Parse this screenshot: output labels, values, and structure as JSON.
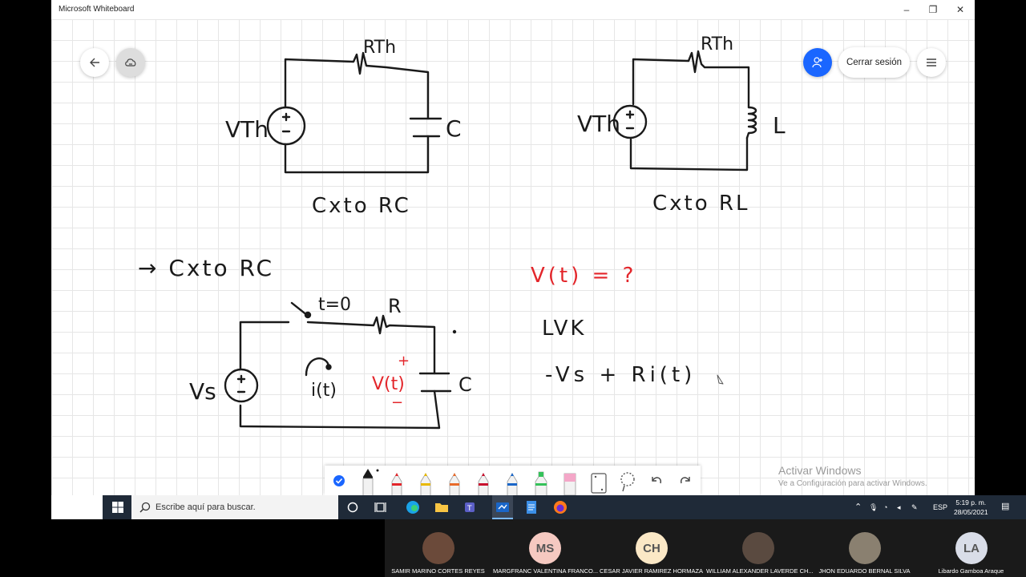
{
  "window": {
    "title": "Microsoft Whiteboard",
    "minimize": "–",
    "maximize": "❐",
    "close": "✕"
  },
  "toolbar_top": {
    "signout_label": "Cerrar sesión",
    "back_icon": "arrow-left-icon",
    "cloud_icon": "cloud-sync-icon",
    "user_icon": "user-add-icon",
    "menu_icon": "hamburger-menu-icon"
  },
  "whiteboard": {
    "circuit1": {
      "source_label": "VTh",
      "resistor_label": "RTh",
      "element_label": "C",
      "caption": "Cxto RC"
    },
    "circuit2": {
      "source_label": "VTh",
      "resistor_label": "RTh",
      "element_label": "L",
      "caption": "Cxto RL"
    },
    "circuit3": {
      "heading": "→ Cxto RC",
      "switch_label": "t=0",
      "source_label": "Vs",
      "resistor_label": "R",
      "current_label": "i(t)",
      "voltage_label": "V(t)",
      "plus": "+",
      "minus": "−",
      "element_label": "C"
    },
    "notes": {
      "question": "V(t) = ?",
      "method": "LVK",
      "equation": "-Vs + Ri(t)"
    }
  },
  "watermark": {
    "line1": "Activar Windows",
    "line2": "Ve a Configuración para activar Windows."
  },
  "pen_tray": {
    "tools": [
      "select-check",
      "ballpoint-pen-black",
      "pen-red",
      "pen-yellow",
      "pen-orange",
      "pen-red-2",
      "pen-blue",
      "highlighter-green",
      "eraser-pink",
      "ruler",
      "lasso",
      "undo",
      "redo"
    ]
  },
  "taskbar": {
    "search_placeholder": "Escribe aquí para buscar.",
    "language": "ESP",
    "time": "5:19 p. m.",
    "date": "28/05/2021"
  },
  "participants": [
    {
      "name": "SAMIR MARINO CORTES REYES",
      "initials": "",
      "color": "#6b4a3a"
    },
    {
      "name": "MARGFRANC VALENTINA FRANCO...",
      "initials": "MS",
      "color": "#f5c9c1"
    },
    {
      "name": "CESAR JAVIER RAMIREZ HORMAZA",
      "initials": "CH",
      "color": "#fbe8c6"
    },
    {
      "name": "WILLIAM ALEXANDER LAVERDE CH...",
      "initials": "",
      "color": "#5a4a40"
    },
    {
      "name": "JHON EDUARDO BERNAL SILVA",
      "initials": "",
      "color": "#8a8070"
    },
    {
      "name": "Libardo Gamboa Araque",
      "initials": "LA",
      "color": "#d9dde8"
    }
  ],
  "colors": {
    "accent": "#1a66ff",
    "ink_black": "#1a1a1a",
    "ink_red": "#e3262b",
    "taskbar": "#1f2a38"
  }
}
